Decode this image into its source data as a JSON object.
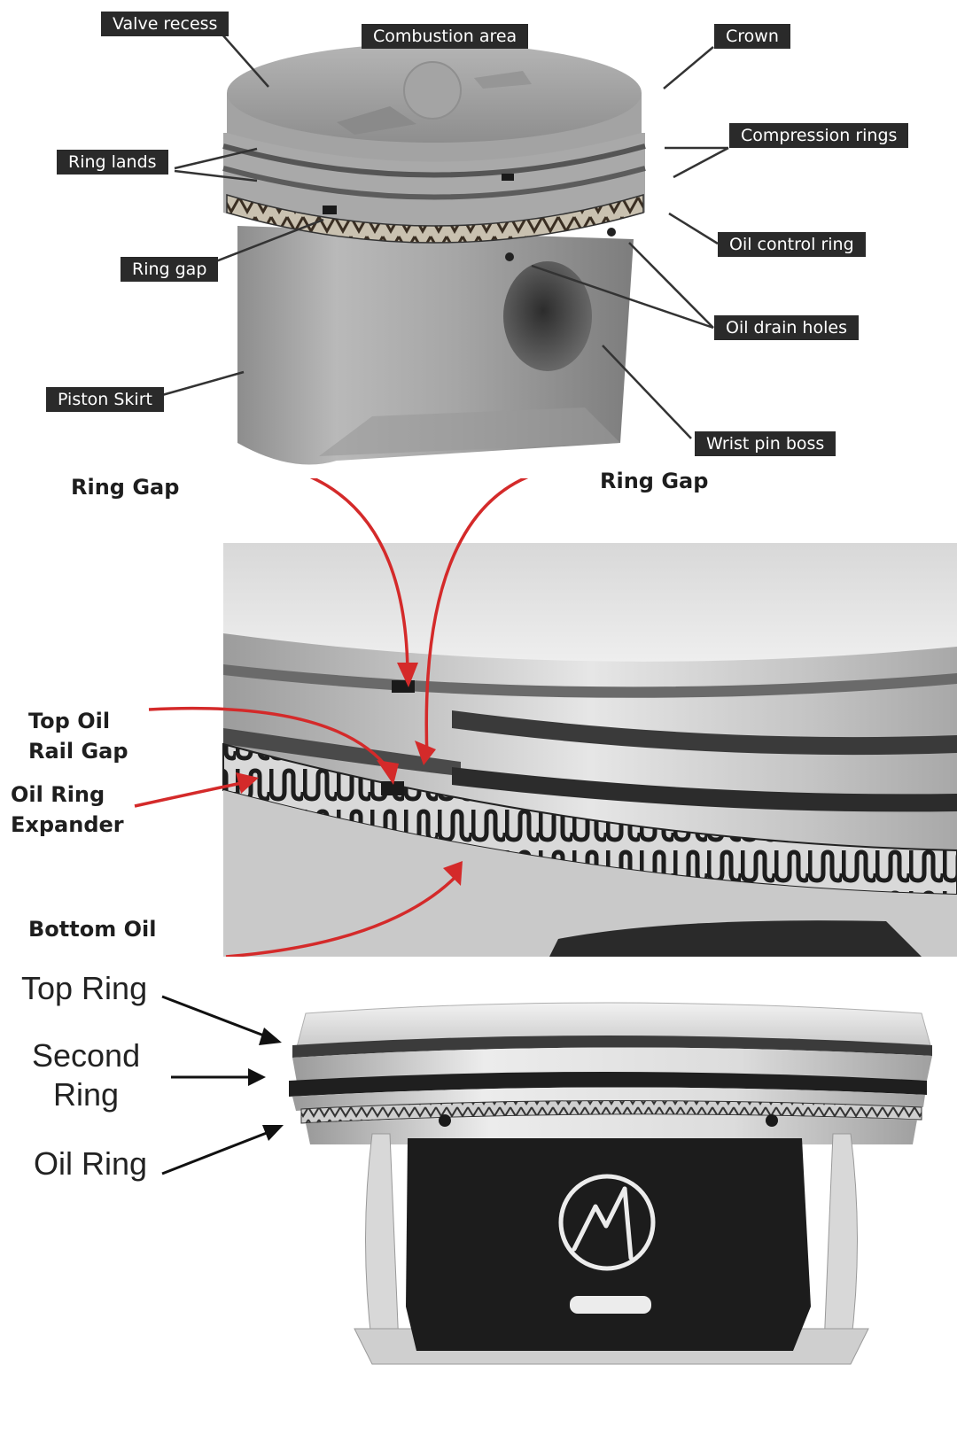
{
  "top_diagram": {
    "labels": {
      "valve_recess": "Valve recess",
      "combustion_area": "Combustion area",
      "crown": "Crown",
      "ring_lands": "Ring lands",
      "compression_rings": "Compression rings",
      "oil_control_ring": "Oil control ring",
      "ring_gap": "Ring gap",
      "oil_drain_holes": "Oil drain holes",
      "piston_skirt": "Piston Skirt",
      "wrist_pin_boss": "Wrist pin boss"
    },
    "colors": {
      "label_bg": "#2a2a2a",
      "label_text": "#ffffff",
      "leader": "#333333"
    }
  },
  "mid_diagram": {
    "labels": {
      "ring_gap_left": "Ring Gap",
      "ring_gap_right": "Ring Gap",
      "top_oil_rail_gap": "Top Oil\nRail Gap",
      "oil_ring_expander": "Oil Ring\nExpander",
      "bottom_oil_rail_gap": "Bottom Oil"
    },
    "colors": {
      "arrow": "#d42a2a"
    }
  },
  "bottom_diagram": {
    "labels": {
      "top_ring": "Top Ring",
      "second_ring_line1": "Second",
      "second_ring_line2": "Ring",
      "oil_ring": "Oil Ring"
    },
    "logo_icon": "lightning-circle-logo",
    "colors": {
      "arrow": "#111111",
      "window": "#1c1c1c"
    }
  }
}
